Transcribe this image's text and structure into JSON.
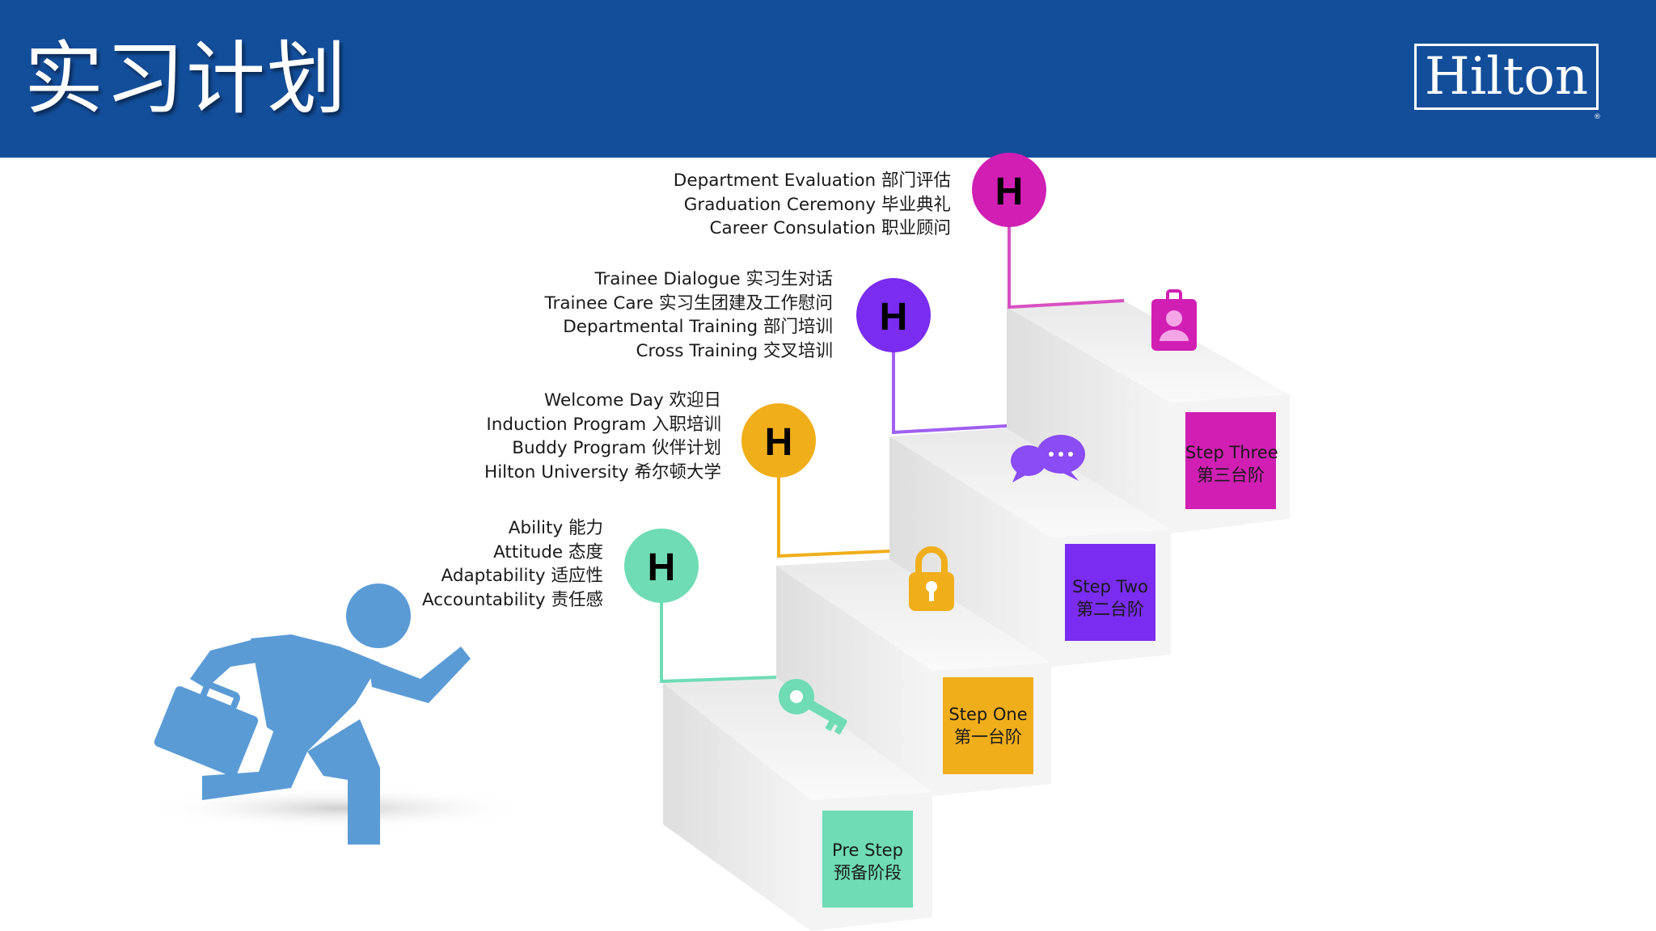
{
  "page": {
    "title": "实习计划"
  },
  "logo": {
    "text": "Hilton",
    "registered": "®"
  },
  "steps": [
    {
      "id": "pre-step",
      "label_en": "Pre Step",
      "label_cn": "预备阶段",
      "color": "#6fdcb5",
      "marker": "H",
      "items": [
        "Ability 能力",
        "Attitude 态度",
        "Adaptability 适应性",
        "Accountability 责任感"
      ],
      "icon": "key-icon"
    },
    {
      "id": "step-one",
      "label_en": "Step One",
      "label_cn": "第一台阶",
      "color": "#f0ae1a",
      "marker": "H",
      "items": [
        "Welcome Day 欢迎日",
        "Induction Program 入职培训",
        "Buddy Program 伙伴计划",
        "Hilton University 希尔顿大学"
      ],
      "icon": "padlock-icon"
    },
    {
      "id": "step-two",
      "label_en": "Step Two",
      "label_cn": "第二台阶",
      "color": "#7a2cf0",
      "marker": "H",
      "items": [
        "Trainee Dialogue 实习生对话",
        "Trainee Care 实习生团建及工作慰问",
        "Departmental Training 部门培训",
        "Cross Training 交叉培训"
      ],
      "icon": "chat-bubbles-icon"
    },
    {
      "id": "step-three",
      "label_en": "Step Three",
      "label_cn": "第三台阶",
      "color": "#d11fb3",
      "marker": "H",
      "items": [
        "Department Evaluation 部门评估",
        "Graduation Ceremony 毕业典礼",
        "Career Consulation 职业顾问"
      ],
      "icon": "id-badge-icon"
    }
  ],
  "illustration": {
    "figure": "running-man-with-briefcase-icon",
    "color": "#5b9bd5"
  }
}
